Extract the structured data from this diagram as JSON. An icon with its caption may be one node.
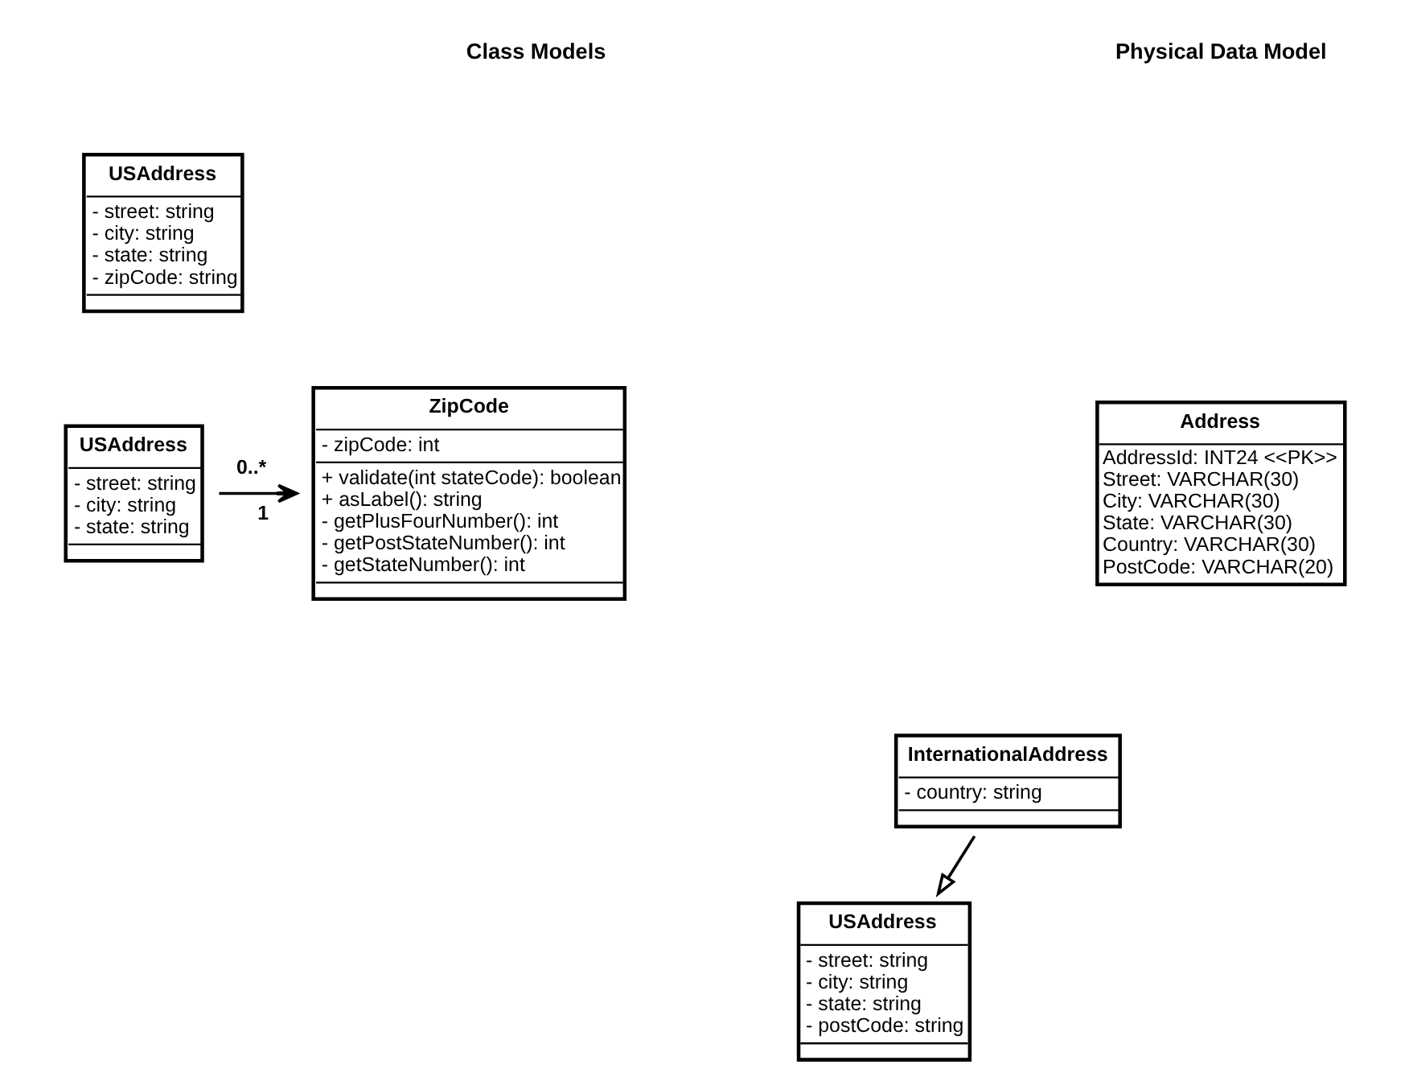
{
  "diagram": {
    "nodes": [
      {
        "text": [
          "USAddress",
          "- street: string",
          "- city: string",
          "- state: string",
          "- zipCode: string"
        ]
      },
      {
        "text": [
          "USAddress",
          "- street: string",
          "- city: string",
          "- state: string"
        ]
      },
      {
        "text": [
          "ZipCode",
          "- zipCode: int",
          "+ validate(int stateCode): boolean",
          "+ asLabel(): string",
          "- getPlusFourNumber(): int",
          "- getPostStateNumber(): int",
          "- getStateNumber(): int"
        ]
      },
      {
        "text": [
          "Address",
          "AddressId: INT24 <<PK>>",
          "Street: VARCHAR(30)",
          "City: VARCHAR(30)",
          "State: VARCHAR(30)",
          "Country: VARCHAR(30)",
          "PostCode: VARCHAR(20)"
        ]
      },
      {
        "text": [
          "USAddress",
          "- street: string",
          "- city: string",
          "- state: string",
          "- postCode: string"
        ]
      },
      {
        "text": [
          "InternationalAddress",
          "- country: string"
        ]
      }
    ],
    "edges": [
      {
        "from": 1,
        "to": 2,
        "arrow": "to"
      },
      {
        "from": 5,
        "to": 4,
        "arrow": "to"
      }
    ],
    "labels": [
      "Class Models",
      "Physical Data Model",
      "0..*",
      "1"
    ]
  }
}
